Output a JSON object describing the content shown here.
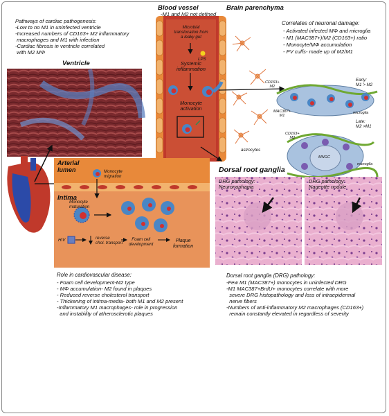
{
  "cardiac": {
    "heading": "Pathways of cardiac pathogenesis:",
    "lines": [
      "-Low to no M1 in uninfected ventricle",
      "-Increased numbers of CD163+ M2 inflammatory",
      " macrophages and M1 with infection",
      "-Cardiac fibrosis in ventricle correlated",
      " with M2 MΦ"
    ],
    "image_title": "Ventricle"
  },
  "vessel": {
    "title": "Blood vessel",
    "note": "-M1 and M2 not defined",
    "microbial": "Microbial\ntranslocation from\na leaky gut",
    "lps": "LPS",
    "systemic": "Systemic\ninflammation",
    "monocyte": "Monocyte\nactivation"
  },
  "brain": {
    "title": "Brain parenchyma",
    "astrocytes": "astrocytes",
    "correlates_heading": "Correlates of neuronal damage:",
    "correlates": [
      "- Activated infected MΦ and microglia",
      "- M1 (MAC387+)/M2 (CD163+) ratio",
      "- Monocyte/MΦ accumulation",
      "- PV cuffs- made up of M2/M1"
    ],
    "early": "Early:\nM1 > M2",
    "late": "Late:\nM2 >M1",
    "cd163_1": "CD163+\nM2",
    "mac387": "MAC387+\nM1",
    "cd163_2": "CD163+\nM2",
    "microglia_1": "microglia",
    "microglia_2": "microglia",
    "mngc": "MNGC"
  },
  "drg": {
    "title": "Dorsal root ganglia",
    "panel1": "DRG pathology:\nNeuronophagia",
    "panel2": "DRG pathology:\nNageotte nodule",
    "heading": "Dorsal root ganglia (DRG) pathology:",
    "lines": [
      "-Few M1 (MAC387+) monocytes in uninfected DRG",
      "-M1 MAC387+BrdU+ monocytes correlate with more",
      "  severe DRG histopathology and loss of intraepidermal",
      "  nerve fibers",
      "-Numbers of anti-inflammatory M2 macrophages (CD163+)",
      "  remain constantly elevated in regardless of severity"
    ]
  },
  "artery": {
    "lumen": "Arterial\nlumen",
    "intima": "Intima",
    "migration": "Monocyte\nmigration",
    "maturation": "Monocyte\nmaturation",
    "hiv": "HIV",
    "reverse": "reverse\nchol. transport",
    "foam": "Foam cell\ndevelopment",
    "plaque": "Plaque\nformation"
  },
  "cardiovascular": {
    "heading": "Role in cardiovascular disease:",
    "lines": [
      "- Foam cell development-M2 type",
      "- MΦ accumulation- M2 found in plaques",
      "- Reduced reverse cholesterol transport",
      "- Thickening of intima-media- both M1 and M2 present",
      "-Inflammatory M1 macrophages- role in progression",
      "  and instability of atherosclerotic plaques"
    ]
  },
  "colors": {
    "vessel_red": "#c0392b",
    "vessel_orange": "#e8893a",
    "vessel_wall": "#f2b36e",
    "macrophage": "#4a86c5",
    "nucleus": "#d03030",
    "microglia": "#6fa832",
    "he_pink": "#e6a7c8"
  }
}
